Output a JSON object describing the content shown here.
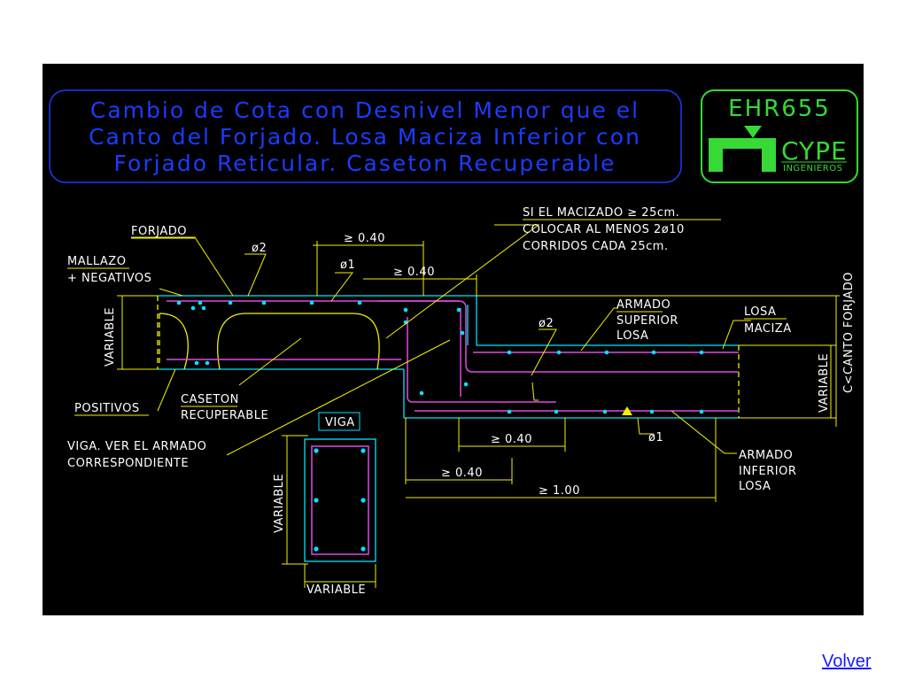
{
  "colors": {
    "background": "#000000",
    "title": "#1a3cff",
    "logo": "#36d936",
    "dimension": "#f2f200",
    "concrete": "#00e5ff",
    "rebar": "#e04ae0",
    "link": "#1a1aff"
  },
  "title": {
    "line1": "Cambio de Cota con Desnivel Menor que el",
    "line2": "Canto del Forjado. Losa Maciza Inferior con",
    "line3": "Forjado Reticular. Caseton Recuperable"
  },
  "logo": {
    "code": "EHR655",
    "brand": "CYPE",
    "sub": "INGENIEROS"
  },
  "labels": {
    "forjado": "FORJADO",
    "mallazo": "MALLAZO",
    "negativos": "+ NEGATIVOS",
    "variable_left": "VARIABLE",
    "positivos": "POSITIVOS",
    "caseton1": "CASETON",
    "caseton2": "RECUPERABLE",
    "viga_note1": "VIGA. VER EL ARMADO",
    "viga_note2": "CORRESPONDIENTE",
    "viga_box": "VIGA",
    "variable_beam_v": "VARIABLE",
    "variable_beam_h": "VARIABLE",
    "phi2_top": "ø2",
    "phi1_top": "ø1",
    "dim_040_a": "≥ 0.40",
    "dim_040_b": "≥ 0.40",
    "dim_040_c": "≥ 0.40",
    "dim_040_d": "≥ 0.40",
    "dim_100": "≥ 1.00",
    "note1": "SI EL MACIZADO ≥ 25cm.",
    "note2": "COLOCAR AL MENOS 2ø10",
    "note3": "CORRIDOS CADA 25cm.",
    "armado_sup1": "ARMADO",
    "armado_sup2": "SUPERIOR",
    "armado_sup3": "LOSA",
    "phi2_right": "ø2",
    "losa1": "LOSA",
    "losa2": "MACIZA",
    "variable_right": "VARIABLE",
    "canto": "C<CANTO FORJADO",
    "phi1_bottom": "ø1",
    "armado_inf1": "ARMADO",
    "armado_inf2": "INFERIOR",
    "armado_inf3": "LOSA"
  },
  "footer": {
    "link": "Volver"
  }
}
